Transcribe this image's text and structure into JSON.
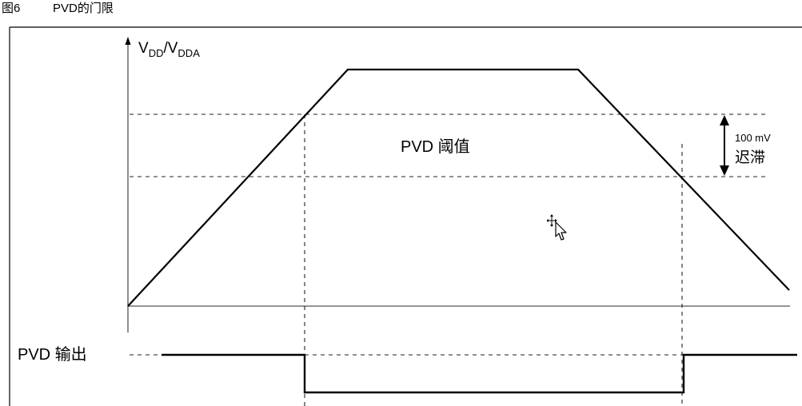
{
  "figure": {
    "number": "图6",
    "title": "PVD的门限"
  },
  "labels": {
    "y_axis": "VDD/VDDA",
    "y_axis_main": "V",
    "y_axis_sub1": "DD",
    "y_axis_sep": "/V",
    "y_axis_sub2": "DDA",
    "threshold": "PVD 阈值",
    "hysteresis_value": "100 mV",
    "hysteresis_label": "迟滞",
    "output": "PVD 输出"
  },
  "icons": {
    "cursor": "move-cursor-icon",
    "hysteresis_arrow": "double-arrow-icon"
  },
  "colors": {
    "line": "#000000",
    "axis": "#555555",
    "dashed": "#222222",
    "background": "#ffffff"
  }
}
